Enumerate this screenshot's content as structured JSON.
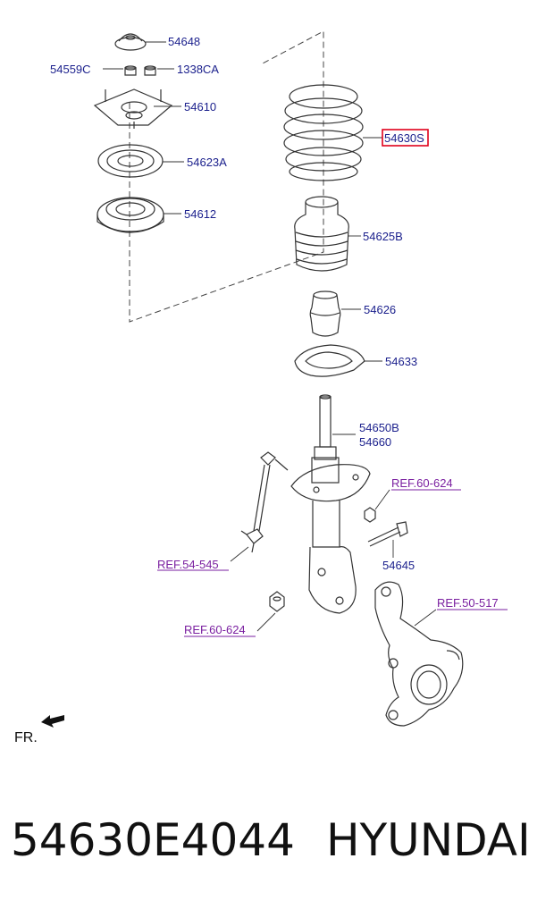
{
  "labels": {
    "p54648": "54648",
    "p54559c": "54559C",
    "p1338ca": "1338CA",
    "p54610": "54610",
    "p54623a": "54623A",
    "p54612": "54612",
    "p54630s": "54630S",
    "p54625b": "54625B",
    "p54626": "54626",
    "p54633": "54633",
    "p54650b": "54650B",
    "p54660": "54660",
    "ref_60_624_upper": "REF.60-624",
    "p54645": "54645",
    "ref_54_545": "REF.54-545",
    "ref_50_517": "REF.50-517",
    "ref_60_624_lower": "REF.60-624",
    "front": "FR."
  },
  "highlight_color": "#e0001b",
  "label_color": "#1a1f8c",
  "ref_color": "#7a1fa0",
  "footer": {
    "part_number": "54630E4044",
    "brand": "HYUNDAI"
  }
}
